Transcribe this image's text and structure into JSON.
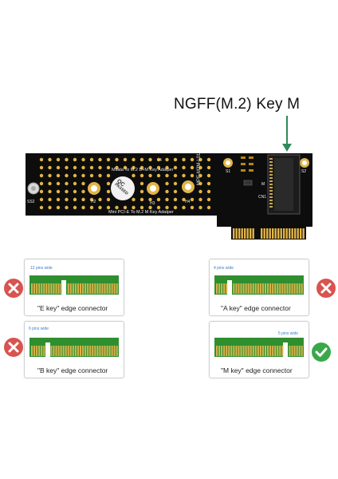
{
  "header": {
    "title": "NGFF(M.2) Key M"
  },
  "board": {
    "label_top": "Msata To M.2 B+M Key Adatper",
    "label_bottom": "Mini PCI-E To M.2 M Key Adatper",
    "model": "MPE-M2M-L01",
    "qc_line1": "QC",
    "qc_line2": "PASSED",
    "h2": "H2",
    "h3": "H3",
    "h4": "H4",
    "s1": "S1",
    "s2": "S2",
    "cn1": "CN1",
    "m": "M",
    "ss": "SS2",
    "four": "4"
  },
  "connectors": [
    {
      "caption": "\"E key\" edge connector",
      "pins_label": "12 pins wide",
      "status": "invalid",
      "status_color": "#d9534f"
    },
    {
      "caption": "\"A key\" edge connector",
      "pins_label": "4 pins wide",
      "status": "invalid",
      "status_color": "#d9534f"
    },
    {
      "caption": "\"B key\" edge connector",
      "pins_label": "6 pins wide",
      "status": "invalid",
      "status_color": "#d9534f"
    },
    {
      "caption": "\"M key\" edge connector",
      "pins_label": "5 pins wide",
      "status": "valid",
      "status_color": "#3aa84a"
    }
  ],
  "colors": {
    "pcb": "#0d0d0d",
    "gold": "#e2b548",
    "finger_green": "#2f8f2f",
    "finger_gold": "#d8b24a",
    "arrow": "#2e8b57"
  }
}
